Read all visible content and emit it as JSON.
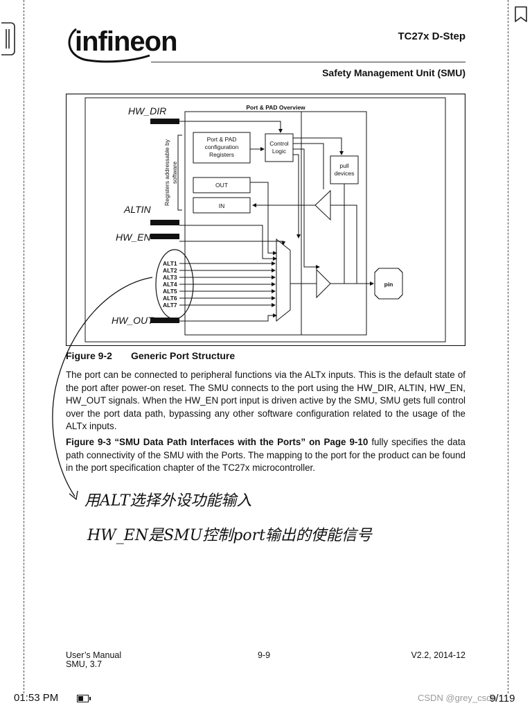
{
  "header": {
    "logo_text": "infineon",
    "doc_title": "TC27x D-Step",
    "section_title": "Safety Management Unit (SMU)"
  },
  "figure": {
    "title": "Port & PAD Overview",
    "box_config": [
      "Port & PAD",
      "configuration",
      "Registers"
    ],
    "box_control": [
      "Control",
      "Logic"
    ],
    "box_out": "OUT",
    "box_in": "IN",
    "box_pull": [
      "pull",
      "devices"
    ],
    "box_pin": "pin",
    "side_label": [
      "Registers addressable by",
      "software"
    ],
    "alt_inputs": [
      "ALT1",
      "ALT2",
      "ALT3",
      "ALT4",
      "ALT5",
      "ALT6",
      "ALT7"
    ],
    "handwritten_labels": {
      "hw_dir": "HW_DIR",
      "altin": "ALTIN",
      "hw_en": "HW_EN",
      "hw_out": "HW_OUT"
    }
  },
  "caption": {
    "number": "Figure 9-2",
    "text": "Generic Port Structure"
  },
  "body": {
    "para1": "The port can be connected to peripheral functions via the ALTx inputs. This is the default state of the port after power-on reset. The SMU connects to the port using the HW_DIR, ALTIN, HW_EN, HW_OUT signals. When the HW_EN port input is driven active by the SMU, SMU gets full control over the port data path, bypassing any other software configuration related to the usage of the ALTx inputs.",
    "para2_ref": "Figure 9-3 “SMU Data Path Interfaces with the Ports” on Page 9-10",
    "para2_rest": " fully specifies the data path connectivity of the SMU with the Ports. The mapping to the port for the product can be found in the port specification chapter of the TC27x microcontroller."
  },
  "handwriting": {
    "note1": "用ALT选择外设功能输入",
    "note2": "HW_EN是SMU控制port输出的使能信号"
  },
  "footer": {
    "manual": "User’s Manual",
    "version_line": "SMU, 3.7",
    "page": "9-9",
    "release": "V2.2, 2014-12"
  },
  "statusbar": {
    "time": "01:53 PM",
    "watermark": "CSDN @grey_csdn",
    "page_counter": "9/119"
  }
}
